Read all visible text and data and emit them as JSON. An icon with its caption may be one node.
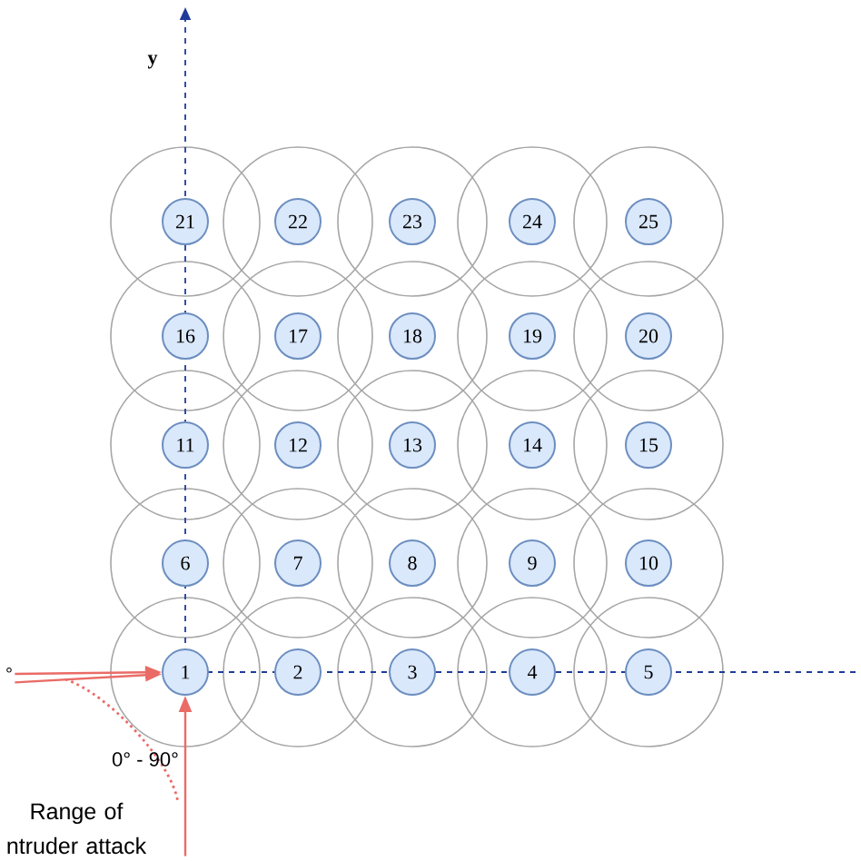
{
  "diagram": {
    "nodes": [
      {
        "text": [
          "21"
        ]
      },
      {
        "text": [
          "22"
        ]
      },
      {
        "text": [
          "23"
        ]
      },
      {
        "text": [
          "24"
        ]
      },
      {
        "text": [
          "25"
        ]
      },
      {
        "text": [
          "16"
        ]
      },
      {
        "text": [
          "17"
        ]
      },
      {
        "text": [
          "18"
        ]
      },
      {
        "text": [
          "19"
        ]
      },
      {
        "text": [
          "20"
        ]
      },
      {
        "text": [
          "11"
        ]
      },
      {
        "text": [
          "12"
        ]
      },
      {
        "text": [
          "13"
        ]
      },
      {
        "text": [
          "14"
        ]
      },
      {
        "text": [
          "15"
        ]
      },
      {
        "text": [
          "6"
        ]
      },
      {
        "text": [
          "7"
        ]
      },
      {
        "text": [
          "8"
        ]
      },
      {
        "text": [
          "9"
        ]
      },
      {
        "text": [
          "10"
        ]
      },
      {
        "text": [
          "1"
        ]
      },
      {
        "text": [
          "2"
        ]
      },
      {
        "text": [
          "3"
        ]
      },
      {
        "text": [
          "4"
        ]
      },
      {
        "text": [
          "5"
        ]
      },
      {
        "text": [
          "°"
        ]
      },
      {
        "text": [
          "Range of ntruder attack"
        ]
      }
    ],
    "edges": [
      {
        "from": 25,
        "to": 20,
        "arrow": "to"
      },
      {
        "from": 25,
        "to": 20,
        "arrow": "to"
      },
      {
        "from": 26,
        "to": 20,
        "arrow": "to"
      }
    ],
    "labels": [
      "y",
      "0° - 90°"
    ]
  }
}
